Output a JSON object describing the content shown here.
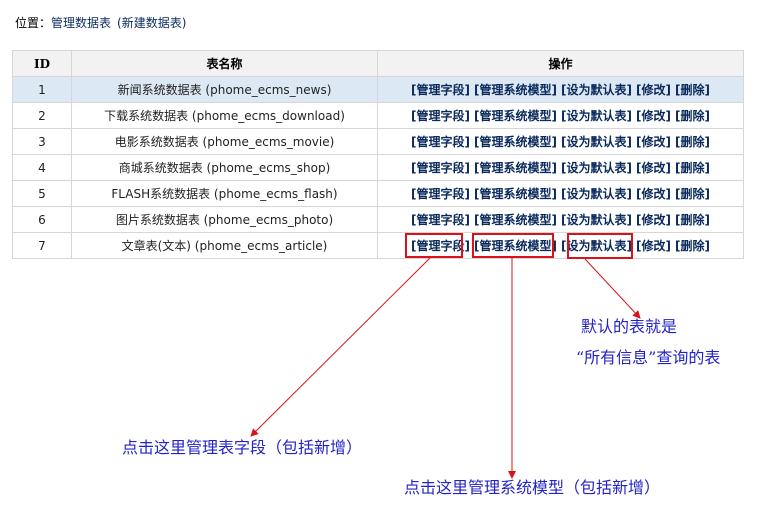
{
  "breadcrumb": {
    "label": "位置：",
    "link": "管理数据表",
    "sub": "(新建数据表)"
  },
  "table": {
    "headers": [
      "ID",
      "表名称",
      "操作"
    ],
    "rows": [
      {
        "id": "1",
        "name": "新闻系统数据表 (phome_ecms_news)",
        "highlight": true
      },
      {
        "id": "2",
        "name": "下载系统数据表 (phome_ecms_download)"
      },
      {
        "id": "3",
        "name": "电影系统数据表 (phome_ecms_movie)"
      },
      {
        "id": "4",
        "name": "商城系统数据表 (phome_ecms_shop)"
      },
      {
        "id": "5",
        "name": "FLASH系统数据表 (phome_ecms_flash)"
      },
      {
        "id": "6",
        "name": "图片系统数据表 (phome_ecms_photo)"
      },
      {
        "id": "7",
        "name": "文章表(文本) (phome_ecms_article)"
      }
    ],
    "actions": [
      "管理字段",
      "管理系统模型",
      "设为默认表",
      "修改",
      "删除"
    ]
  },
  "annotations": {
    "manage_fields": "点击这里管理表字段（包括新增）",
    "manage_models": "点击这里管理系统模型（包括新增）",
    "default_table_line1": "默认的表就是",
    "default_table_line2": "“所有信息”查询的表"
  },
  "colors": {
    "link": "#0a2a5c",
    "highlight_row": "#dce8f3",
    "callout": "#d8131b",
    "note_text": "#2323c8"
  }
}
